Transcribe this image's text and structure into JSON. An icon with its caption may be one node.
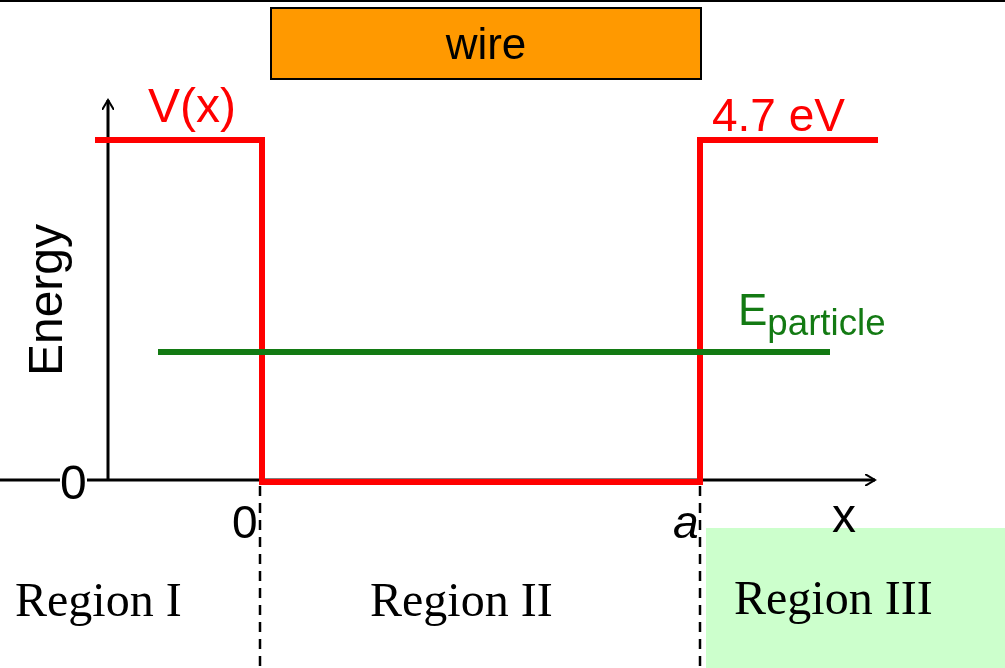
{
  "diagram": {
    "nodes": [
      {
        "text": [
          "wire"
        ]
      },
      {
        "text": [
          "Region III"
        ]
      }
    ],
    "labels": [
      "V(x)",
      "4.7 eV",
      "Energy",
      "E$_{particle}$",
      "0",
      "0",
      "a",
      "x",
      "Region I",
      "Region II"
    ]
  }
}
